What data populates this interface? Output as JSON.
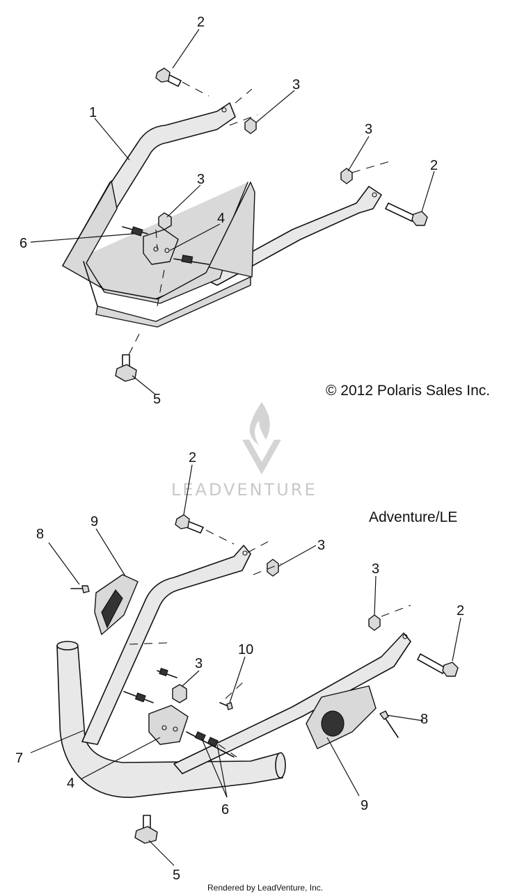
{
  "copyright": "© 2012 Polaris Sales Inc.",
  "variant_label": "Adventure/LE",
  "watermark": "LEADVENTURE",
  "footer": "Rendered by LeadVenture, Inc.",
  "callouts_top": [
    "2",
    "3",
    "1",
    "3",
    "2",
    "3",
    "4",
    "6",
    "5"
  ],
  "callouts_bottom": [
    "2",
    "9",
    "8",
    "3",
    "3",
    "2",
    "10",
    "3",
    "7",
    "4",
    "8",
    "6",
    "9",
    "5"
  ]
}
